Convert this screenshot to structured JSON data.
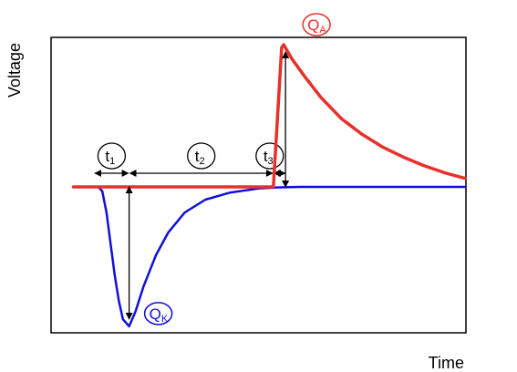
{
  "chart_data": {
    "type": "line",
    "title": "",
    "xlabel": "Time",
    "ylabel": "Voltage",
    "xlim": [
      0,
      100
    ],
    "ylim": [
      -100,
      100
    ],
    "grid": false,
    "legend": "none",
    "series": [
      {
        "name": "QK",
        "label_main": "Q",
        "label_sub": "K",
        "color": "#1010d8",
        "points": [
          [
            5,
            0
          ],
          [
            11,
            0
          ],
          [
            12,
            -3
          ],
          [
            13,
            -18
          ],
          [
            14,
            -40
          ],
          [
            15,
            -62
          ],
          [
            16,
            -80
          ],
          [
            17,
            -93
          ],
          [
            18.5,
            -98
          ],
          [
            20,
            -88
          ],
          [
            22,
            -70
          ],
          [
            25,
            -48
          ],
          [
            28,
            -32
          ],
          [
            32,
            -18
          ],
          [
            37,
            -9
          ],
          [
            43,
            -4
          ],
          [
            50,
            -1
          ],
          [
            55,
            -0.3
          ],
          [
            60,
            0
          ],
          [
            100,
            0
          ]
        ]
      },
      {
        "name": "QA",
        "label_main": "Q",
        "label_sub": "A",
        "color": "#e8302a",
        "points": [
          [
            5,
            0
          ],
          [
            53.5,
            0
          ],
          [
            55.5,
            98
          ],
          [
            56,
            100
          ],
          [
            58,
            90
          ],
          [
            61,
            78
          ],
          [
            65,
            63
          ],
          [
            70,
            48
          ],
          [
            75,
            37
          ],
          [
            80,
            28
          ],
          [
            85,
            21
          ],
          [
            90,
            15
          ],
          [
            95,
            10
          ],
          [
            100,
            6
          ]
        ]
      }
    ],
    "intervals": [
      {
        "main": "t",
        "sub": "1",
        "from": 10,
        "to": 18.5
      },
      {
        "main": "t",
        "sub": "2",
        "from": 18.5,
        "to": 53.5
      },
      {
        "main": "t",
        "sub": "3",
        "from": 53.5,
        "to": 56.5
      }
    ]
  }
}
